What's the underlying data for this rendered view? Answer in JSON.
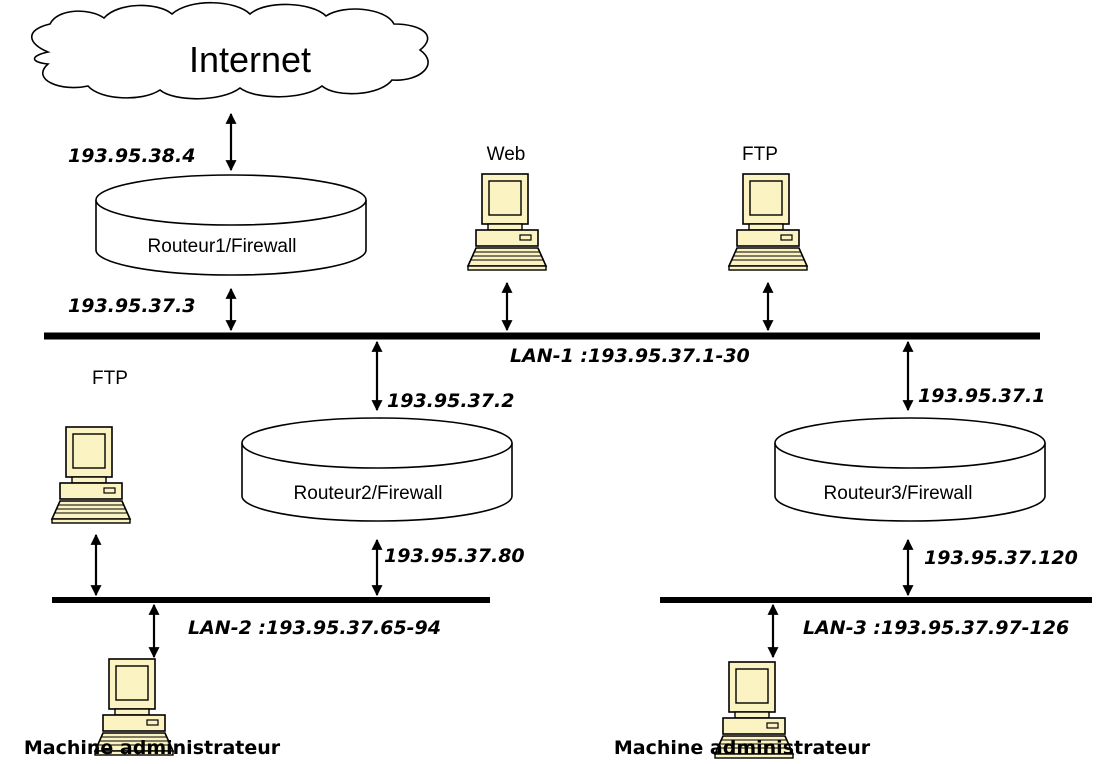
{
  "internet": {
    "label": "Internet"
  },
  "routers": [
    {
      "label": "Routeur1/Firewall"
    },
    {
      "label": "Routeur2/Firewall"
    },
    {
      "label": "Routeur3/Firewall"
    }
  ],
  "networks": [
    {
      "label": "LAN-1 :193.95.37.1-30"
    },
    {
      "label": "LAN-2 :193.95.37.65-94"
    },
    {
      "label": "LAN-3 :193.95.37.97-126"
    }
  ],
  "ip_addresses": {
    "router1_wan": "193.95.38.4",
    "router1_lan1": "193.95.37.3",
    "router2_lan1": "193.95.37.2",
    "router2_lan2": "193.95.37.80",
    "router3_lan1": "193.95.37.1",
    "router3_lan3": "193.95.37.120"
  },
  "hosts": [
    {
      "label": "Web"
    },
    {
      "label": "FTP"
    },
    {
      "label": "FTP"
    },
    {
      "label": "Machine administrateur"
    },
    {
      "label": "Machine administrateur"
    }
  ],
  "colors": {
    "computer_fill": "#fbf3c2",
    "line": "#000000",
    "background": "#ffffff"
  }
}
